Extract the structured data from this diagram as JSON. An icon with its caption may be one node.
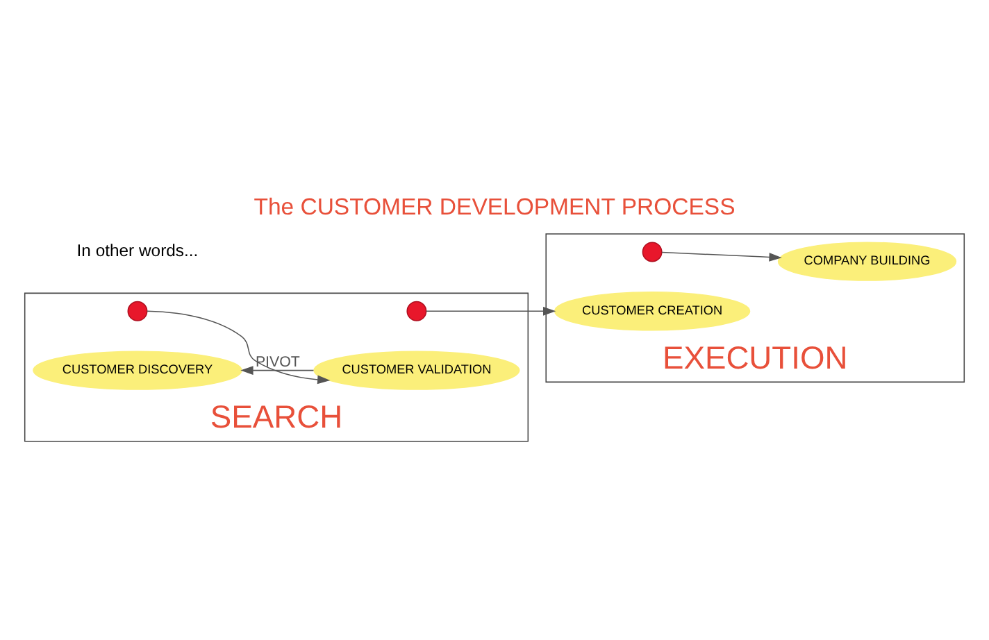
{
  "diagram": {
    "title": "The CUSTOMER DEVELOPMENT PROCESS",
    "nodes": [
      {
        "text": [
          "SEARCH"
        ]
      },
      {
        "text": [
          "EXECUTION"
        ]
      },
      {
        "text": [
          "CUSTOMER DISCOVERY"
        ],
        "in": 0
      },
      {
        "text": [],
        "shape": "circle",
        "in": 0
      },
      {
        "text": [
          "CUSTOMER VALIDATION"
        ],
        "in": 0
      },
      {
        "text": [],
        "shape": "circle",
        "in": 0
      },
      {
        "text": [
          "CUSTOMER CREATION"
        ],
        "in": 1
      },
      {
        "text": [],
        "shape": "circle",
        "in": 1
      },
      {
        "text": [
          "COMPANY BUILDING"
        ],
        "in": 1
      }
    ],
    "edges": [
      {
        "from": 3,
        "to": 4,
        "arrow": "to"
      },
      {
        "from": 5,
        "to": 6,
        "arrow": "to"
      },
      {
        "from": 7,
        "to": 8,
        "arrow": "to"
      },
      {
        "from": 4,
        "to": 2,
        "arrow": "to",
        "label": "PIVOT"
      }
    ],
    "labels": [
      "In other words..."
    ]
  }
}
